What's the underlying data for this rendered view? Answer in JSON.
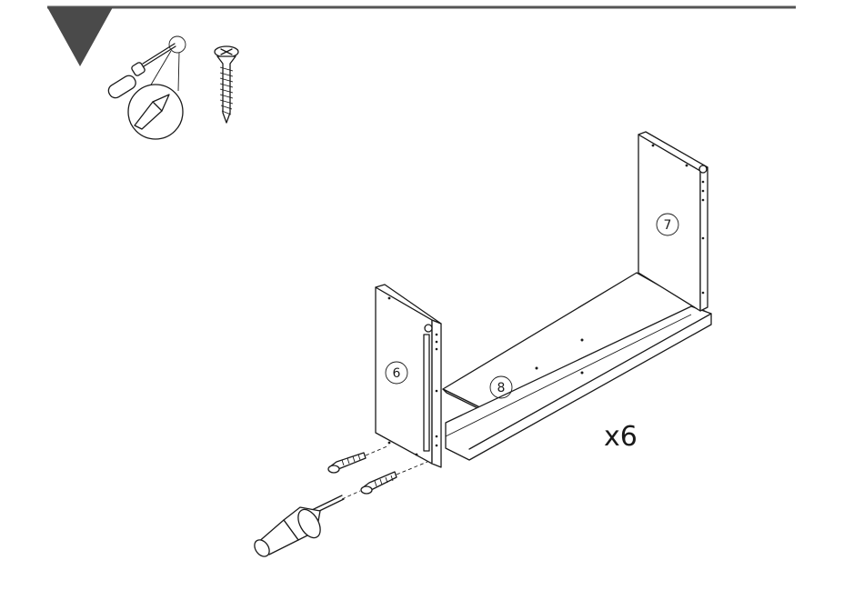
{
  "header": {
    "rule_color": "#555555",
    "marker_color": "#4a4a4a"
  },
  "tools": {
    "screwdriver_icon": "phillips-screwdriver-icon",
    "screw_icon": "wood-screw-icon"
  },
  "parts": [
    {
      "id": "side_left",
      "label": "6"
    },
    {
      "id": "side_right",
      "label": "7"
    },
    {
      "id": "bottom_panel",
      "label": "8"
    }
  ],
  "quantity": "x6"
}
